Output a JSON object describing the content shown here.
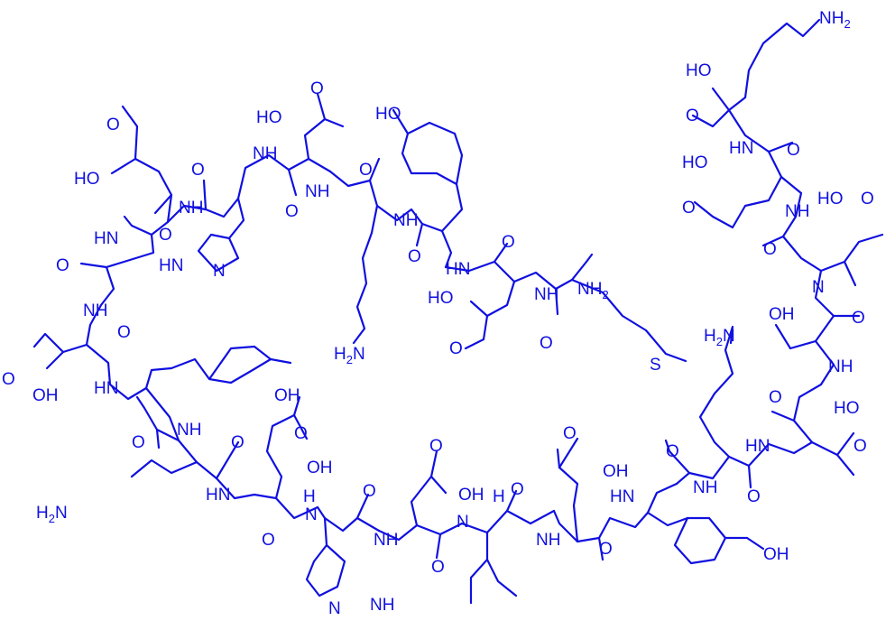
{
  "structure": {
    "atom_labels": {
      "oh": "OH",
      "ho": "HO",
      "o": "O",
      "nh": "NH",
      "hn": "HN",
      "n": "N",
      "h": "H",
      "nh2_main": "NH",
      "nh2_sub": "2",
      "h2n_h": "H",
      "h2n_sub": "2",
      "h2n_n": "N",
      "s": "S"
    },
    "colors": {
      "bond": "#1010e0",
      "background": "#ffffff"
    }
  }
}
